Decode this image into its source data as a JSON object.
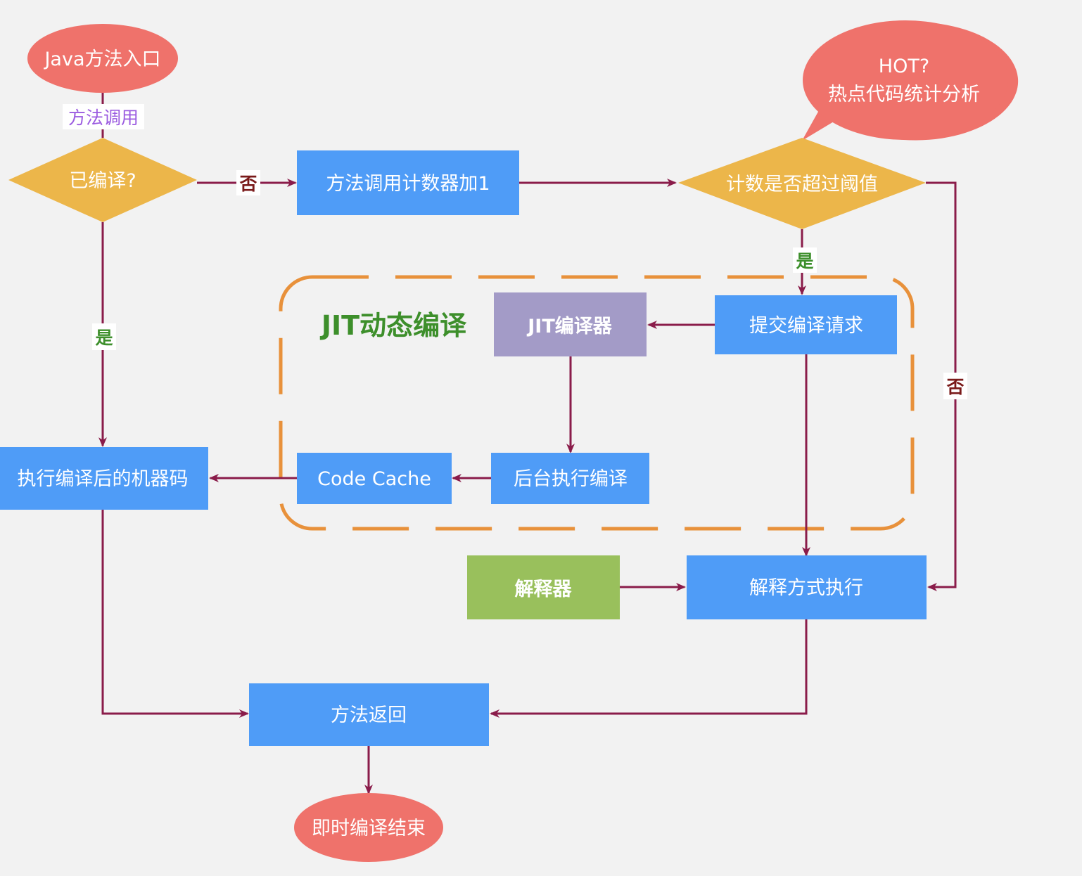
{
  "colors": {
    "background": "#f2f2f2",
    "process_blue": "#4f9cf7",
    "decision_yellow": "#ecb64a",
    "terminal_red": "#ef726b",
    "jit_compiler_purple": "#a39bc7",
    "interpreter_green": "#99c05c",
    "group_border_orange": "#e8913b",
    "connector": "#8a1c4a",
    "group_title_green": "#3d8f2b",
    "label_purple": "#9b5be0",
    "label_green": "#3d8f2b",
    "label_maroon": "#7a1a1a"
  },
  "nodes": {
    "start": "Java方法入口",
    "compiled_check": "已编译?",
    "counter_inc": "方法调用计数器加1",
    "threshold_check": "计数是否超过阈值",
    "hot_callout_line1": "HOT?",
    "hot_callout_line2": "热点代码统计分析",
    "jit_group_title": "JIT动态编译",
    "jit_compiler": "JIT编译器",
    "submit_request": "提交编译请求",
    "background_compile": "后台执行编译",
    "code_cache": "Code Cache",
    "exec_machine_code": "执行编译后的机器码",
    "interpreter": "解释器",
    "interpreted_exec": "解释方式执行",
    "method_return": "方法返回",
    "end": "即时编译结束"
  },
  "edge_labels": {
    "method_call": "方法调用",
    "no_1": "否",
    "yes_1": "是",
    "yes_2": "是",
    "no_2": "否"
  }
}
